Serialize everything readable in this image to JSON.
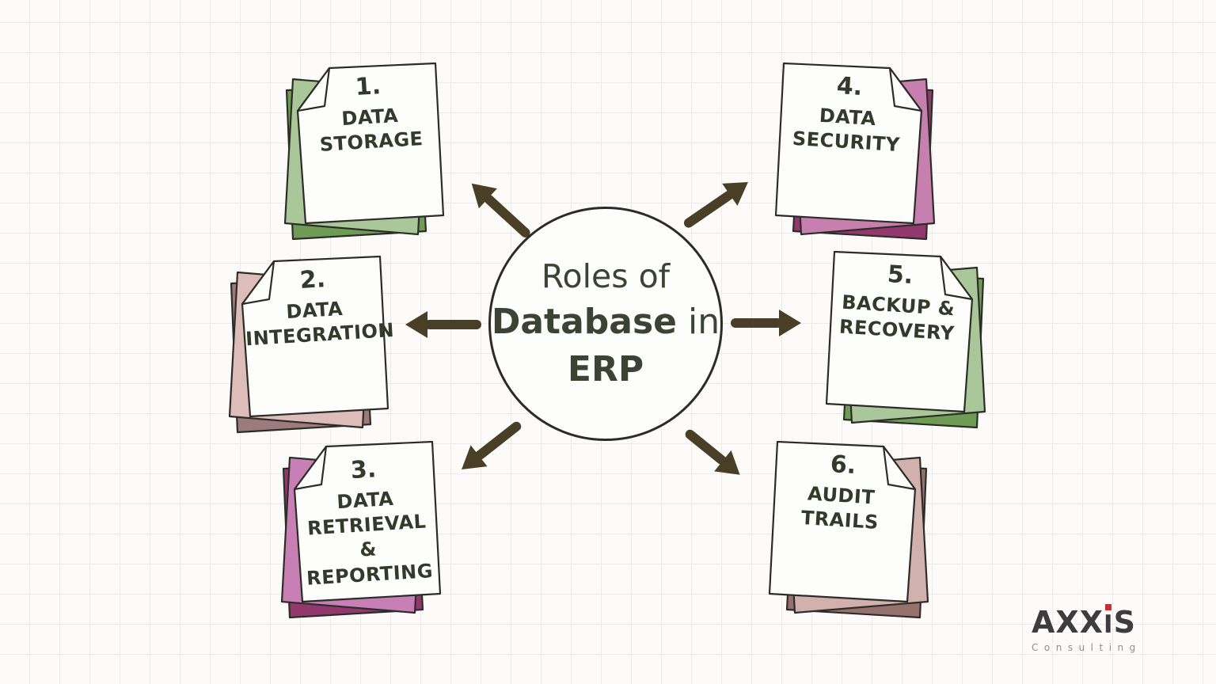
{
  "center": {
    "line1": "Roles of",
    "line2_bold": "Database",
    "line2_rest": "in",
    "line3": "ERP"
  },
  "notes": [
    {
      "number": "1.",
      "lines": [
        "DATA",
        "STORAGE"
      ]
    },
    {
      "number": "2.",
      "lines": [
        "DATA",
        "INTEGRATION"
      ]
    },
    {
      "number": "3.",
      "lines": [
        "DATA",
        "RETRIEVAL &",
        "REPORTING"
      ]
    },
    {
      "number": "4.",
      "lines": [
        "DATA",
        "SECURITY"
      ]
    },
    {
      "number": "5.",
      "lines": [
        "BACKUP &",
        "RECOVERY"
      ]
    },
    {
      "number": "6.",
      "lines": [
        "AUDIT",
        "TRAILS"
      ]
    }
  ],
  "logo": {
    "part1": "AXX",
    "part2": "I",
    "part3": "S",
    "subtitle": "Consulting"
  },
  "palette": {
    "background": "#fcfbf9",
    "grid_line": "#ececec",
    "arrow": "#493f26",
    "outline": "#2d2d27",
    "note_face": "#fdfdfb",
    "text_dark_olive": "#333a2c",
    "title_color": "#3d4334",
    "green_dark": "#6f9c55",
    "green_light": "#aac79a",
    "mauve_dark": "#9b7b7b",
    "pink_light": "#ddbcba",
    "magenta_dark": "#93386f",
    "magenta_light": "#c77fb5",
    "dusty_dark": "#96716d",
    "dusty_light": "#d2b0ad",
    "logo_gray": "#3d3d40",
    "logo_red": "#cf2b30",
    "logo_sub_gray": "#8f8f8f"
  }
}
